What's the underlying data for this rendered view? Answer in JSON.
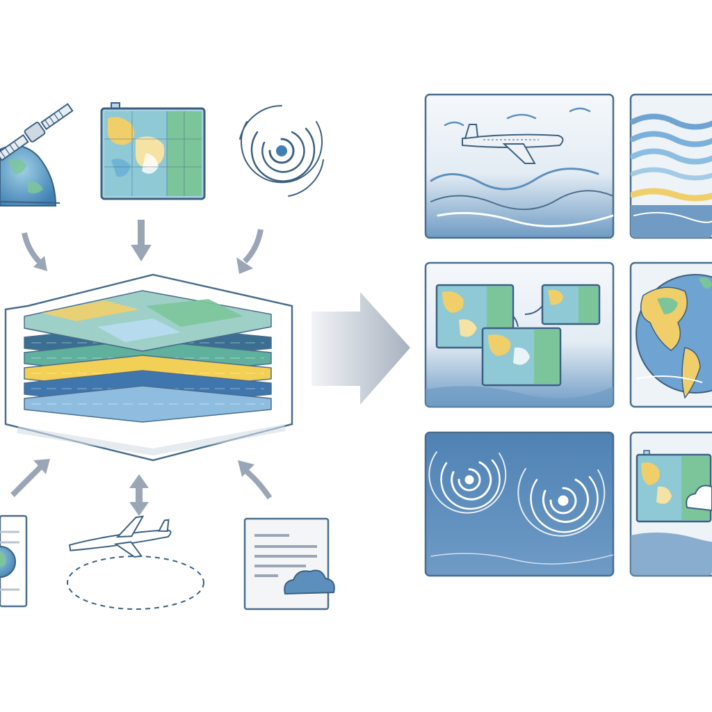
{
  "diagram": {
    "inputs": [
      {
        "id": "satellite",
        "icon": "satellite-over-globe-icon"
      },
      {
        "id": "map",
        "icon": "regional-map-icon"
      },
      {
        "id": "cyclone",
        "icon": "cyclone-spiral-icon"
      },
      {
        "id": "report",
        "icon": "globe-report-icon"
      },
      {
        "id": "aircraft",
        "icon": "aircraft-flight-path-icon"
      },
      {
        "id": "cloud-doc",
        "icon": "document-cloud-icon"
      }
    ],
    "core": {
      "icon": "layered-data-stack-icon",
      "layer_colors": [
        "#8fd0b0",
        "#3a6f92",
        "#5fb09c",
        "#f2cf55",
        "#3f76ad",
        "#8fbde0"
      ]
    },
    "outputs": [
      {
        "id": "flight-panel",
        "icon": "aircraft-over-sea-icon"
      },
      {
        "id": "waves-panel",
        "icon": "ocean-waves-icon"
      },
      {
        "id": "maps-panel",
        "icon": "linked-maps-icon"
      },
      {
        "id": "globe-panel",
        "icon": "world-globe-icon"
      },
      {
        "id": "storms-panel",
        "icon": "twin-cyclones-icon"
      },
      {
        "id": "map-cloud-panel",
        "icon": "map-with-cloud-icon"
      }
    ],
    "colors": {
      "frame": "#4a6d8c",
      "arrow": "#9aa6b6",
      "ocean": "#5d8fbd",
      "land_green": "#7cc59a",
      "land_yellow": "#f0cf6a"
    }
  }
}
